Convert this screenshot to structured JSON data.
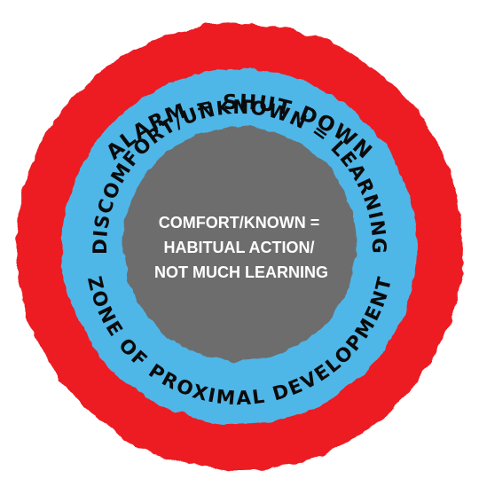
{
  "zones": {
    "outer": {
      "label": "ALARM = SHUT DOWN",
      "color": "#ec1c24"
    },
    "middle": {
      "label_top": "DISCOMFORT/UNKNOWN = LEARNING",
      "label_bottom": "ZONE OF PROXIMAL DEVELOPMENT",
      "color": "#4fb6e8"
    },
    "inner": {
      "lines": [
        "COMFORT/KNOWN =",
        "HABITUAL ACTION/",
        "NOT MUCH LEARNING"
      ],
      "color": "#6d6d6d",
      "text_color": "#ffffff"
    }
  }
}
